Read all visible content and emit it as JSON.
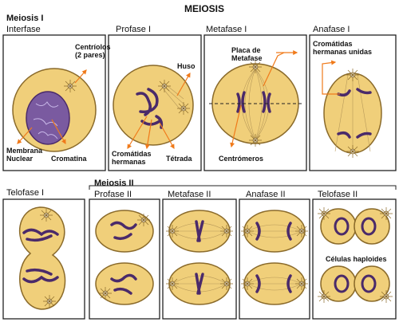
{
  "diagram": {
    "title": "MEIOSIS",
    "section_meiosis1": "Meiosis I",
    "section_meiosis2": "Meiosis II",
    "stages": {
      "interfase": "Interfase",
      "profase1": "Profase I",
      "metafase1": "Metafase I",
      "anafase1": "Anafase I",
      "telofase1": "Telofase I",
      "profase2": "Profase II",
      "metafase2": "Metafase II",
      "anafase2": "Anafase II",
      "telofase2": "Telofase II"
    },
    "labels": {
      "centriolos_1": "Centríolos",
      "centriolos_2": "(2 pares)",
      "membrana_1": "Membrana",
      "membrana_2": "Nuclear",
      "cromatina": "Cromatina",
      "huso": "Huso",
      "cromatidas_1": "Cromátidas",
      "cromatidas_2": "hermanas",
      "tetrada": "Tétrada",
      "placa_1": "Placa de",
      "placa_2": "Metafase",
      "centromeros": "Centrómeros",
      "unidas_1": "Cromátidas",
      "unidas_2": "hermanas unidas",
      "celulas_haploides": "Células haploides"
    },
    "colors": {
      "cell_fill": "#f0cf7a",
      "cell_edge": "#8a6a2a",
      "chromosome": "#4a2a6a",
      "nucleus": "#7a5aa0",
      "arrow": "#f07a1a",
      "spindle": "#b89a5a"
    }
  }
}
